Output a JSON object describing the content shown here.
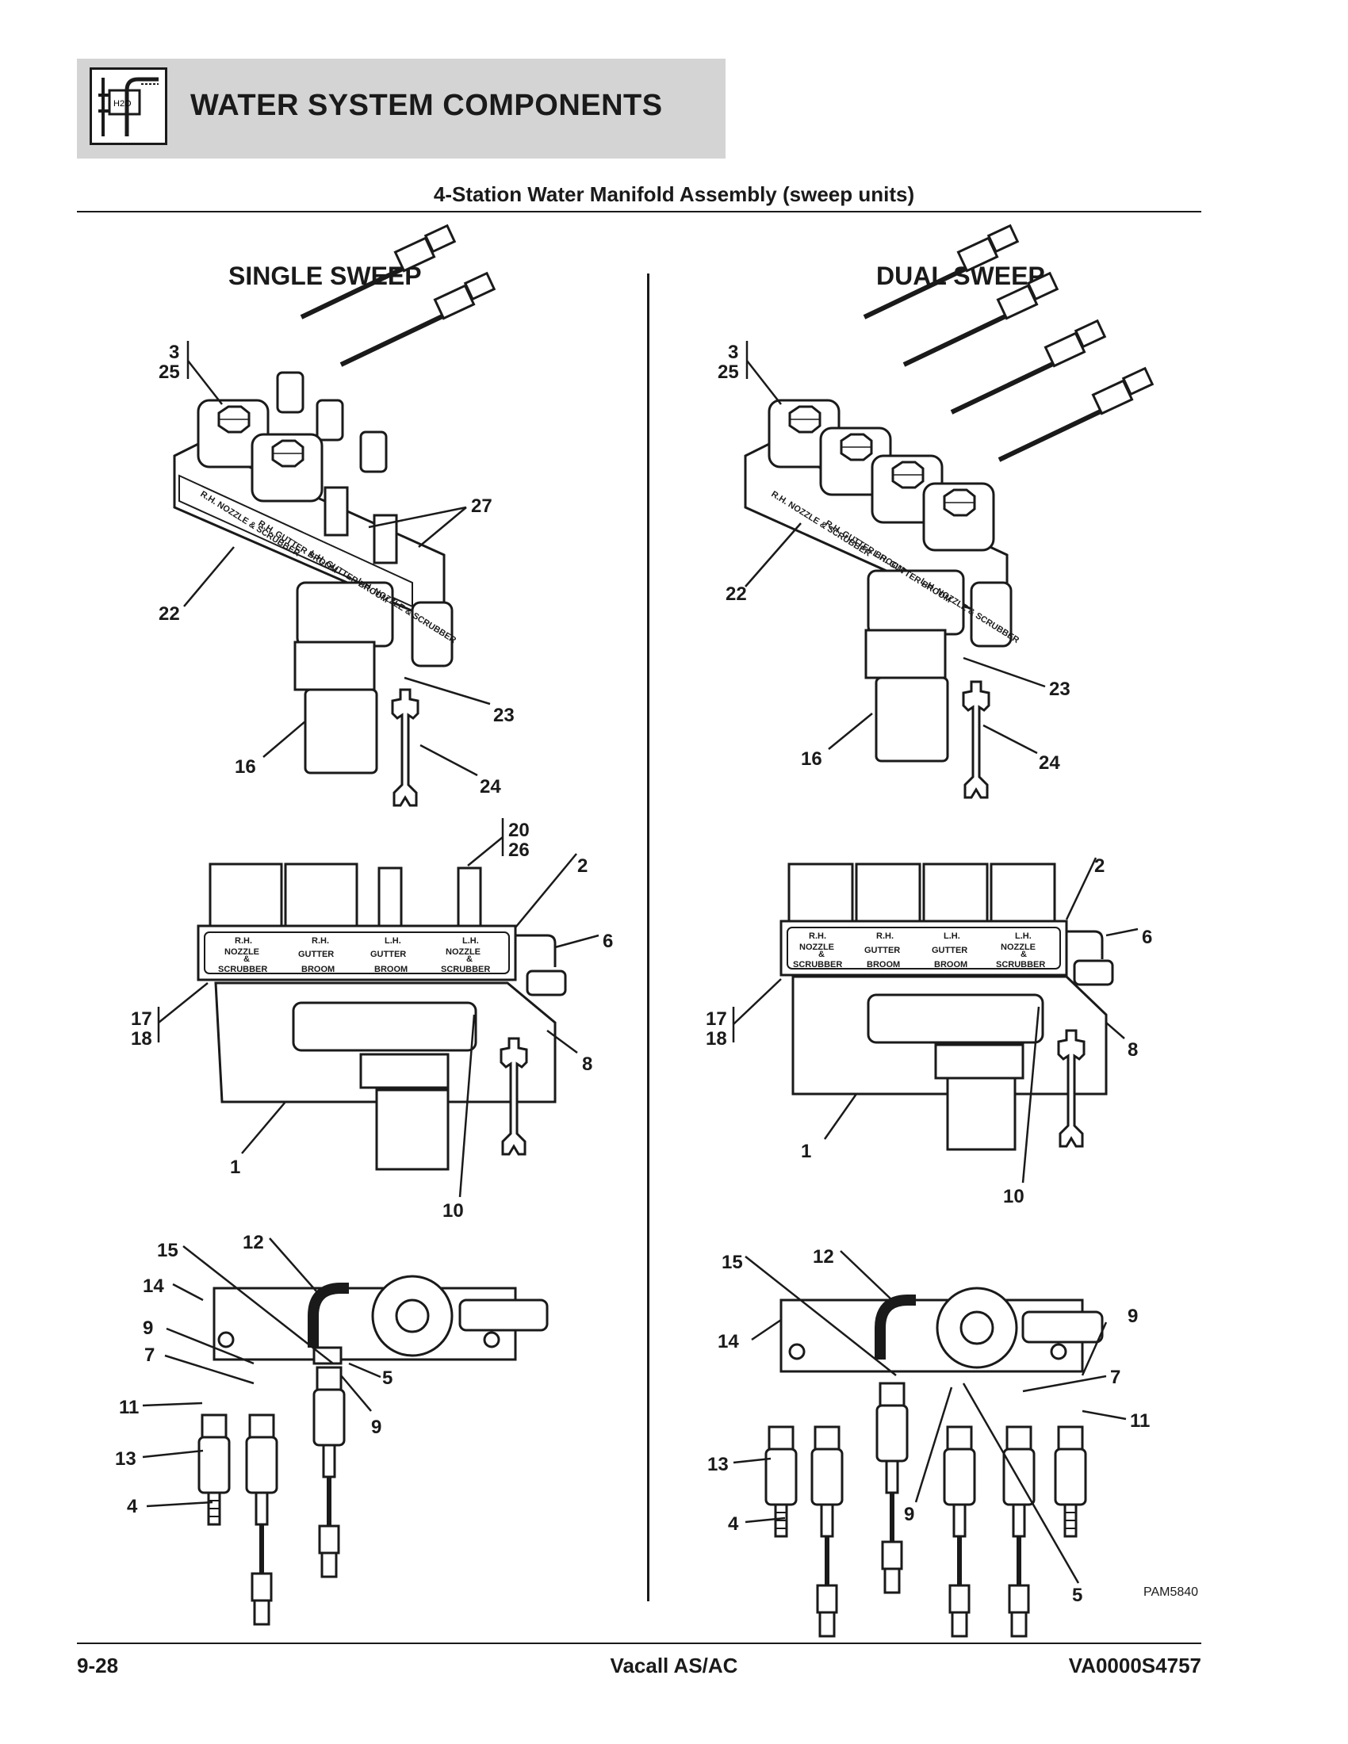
{
  "header": {
    "title": "WATER SYSTEM COMPONENTS",
    "icon_label": "H2O",
    "icon": "water-system-faucet-icon",
    "band_color": "#d4d4d4"
  },
  "subtitle": "4-Station Water Manifold Assembly (sweep units)",
  "sections": {
    "single": {
      "title": "SINGLE SWEEP"
    },
    "dual": {
      "title": "DUAL SWEEP"
    }
  },
  "plate_labels": {
    "rh_nozzle": [
      "R.H.",
      "NOZZLE",
      "&",
      "SCRUBBER"
    ],
    "rh_gutter": [
      "R.H.",
      "GUTTER",
      "BROOM"
    ],
    "lh_gutter": [
      "L.H.",
      "GUTTER",
      "BROOM"
    ],
    "lh_nozzle": [
      "L.H.",
      "NOZZLE",
      "&",
      "SCRUBBER"
    ]
  },
  "callouts": {
    "single_iso": [
      "3",
      "25",
      "27",
      "22",
      "23",
      "16",
      "24"
    ],
    "single_front": [
      "20",
      "26",
      "2",
      "6",
      "17",
      "18",
      "8",
      "1",
      "10"
    ],
    "single_bottom": [
      "15",
      "12",
      "14",
      "9",
      "7",
      "11",
      "5",
      "9",
      "13",
      "4"
    ],
    "dual_iso": [
      "3",
      "25",
      "22",
      "23",
      "16",
      "24"
    ],
    "dual_front": [
      "2",
      "6",
      "17",
      "18",
      "8",
      "1",
      "10"
    ],
    "dual_bottom": [
      "15",
      "12",
      "9",
      "14",
      "7",
      "11",
      "13",
      "9",
      "4",
      "5"
    ]
  },
  "drawing_id": "PAM5840",
  "footer": {
    "page": "9-28",
    "product": "Vacall AS/AC",
    "doc_id": "VA0000S4757"
  }
}
